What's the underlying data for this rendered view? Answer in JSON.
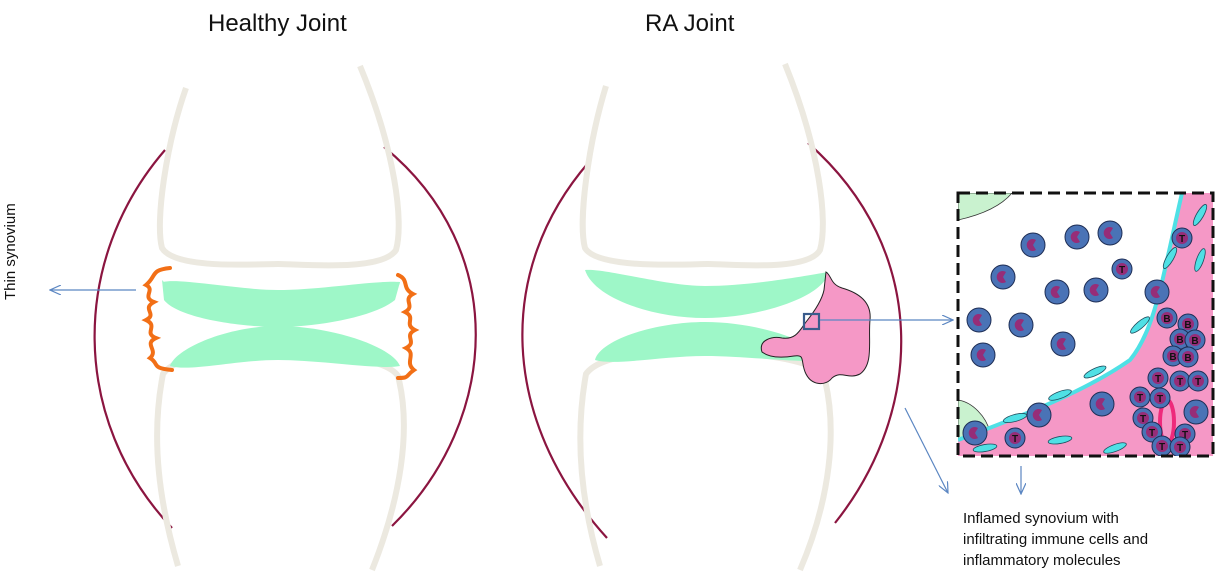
{
  "titles": {
    "healthy": "Healthy Joint",
    "ra": "RA Joint"
  },
  "labels": {
    "thin_synovium": "Thin synovium",
    "inflamed_lines": [
      "Inflamed synovium with",
      "infiltrating immune cells and",
      "inflammatory molecules"
    ]
  },
  "cell_letters": {
    "t_cell": "T",
    "b_cell": "B"
  },
  "colors": {
    "bone": "#ece9e0",
    "capsule": "#8b1540",
    "cartilage": "#9ef7c8",
    "thin_synovium": "#f26f16",
    "inflamed_synovium": "#f598c6",
    "arrow": "#5b86c2",
    "cell_blue": "#4a73b6",
    "cell_purple": "#962d78",
    "fibroblast": "#4fe0e5",
    "vessel": "#ee2a7b"
  }
}
